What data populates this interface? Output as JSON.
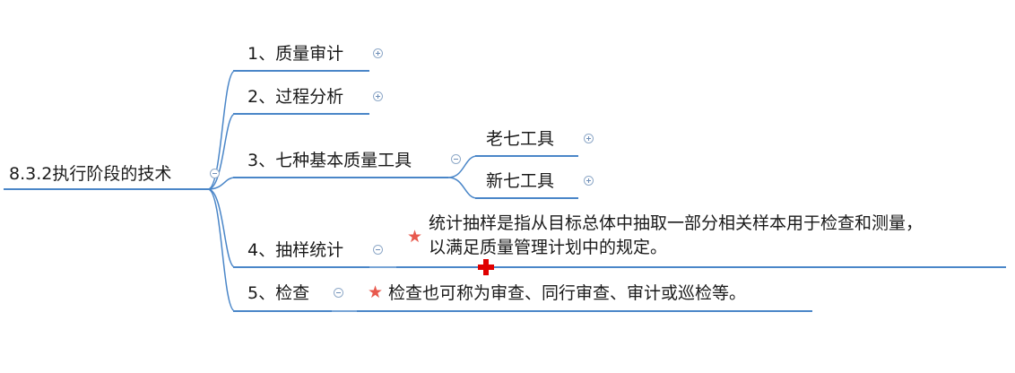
{
  "root": {
    "label": "8.3.2执行阶段的技术"
  },
  "branches": [
    {
      "label": "1、质量审计"
    },
    {
      "label": "2、过程分析"
    },
    {
      "label": "3、七种基本质量工具",
      "children": [
        {
          "label": "老七工具"
        },
        {
          "label": "新七工具"
        }
      ]
    },
    {
      "label": "4、抽样统计",
      "note_line1": "统计抽样是指从目标总体中抽取一部分相关样本用于检查和测量，",
      "note_line2": "以满足质量管理计划中的规定。"
    },
    {
      "label": "5、检查",
      "note": "检查也可称为审查、同行审查、审计或巡检等。"
    }
  ],
  "colors": {
    "line": "#4a86c8",
    "star": "#e8594d",
    "marker": "#e00000"
  },
  "icons": {
    "collapse": "circle-minus",
    "expand": "circle-plus",
    "priority": "star",
    "marker": "plus-cross"
  }
}
